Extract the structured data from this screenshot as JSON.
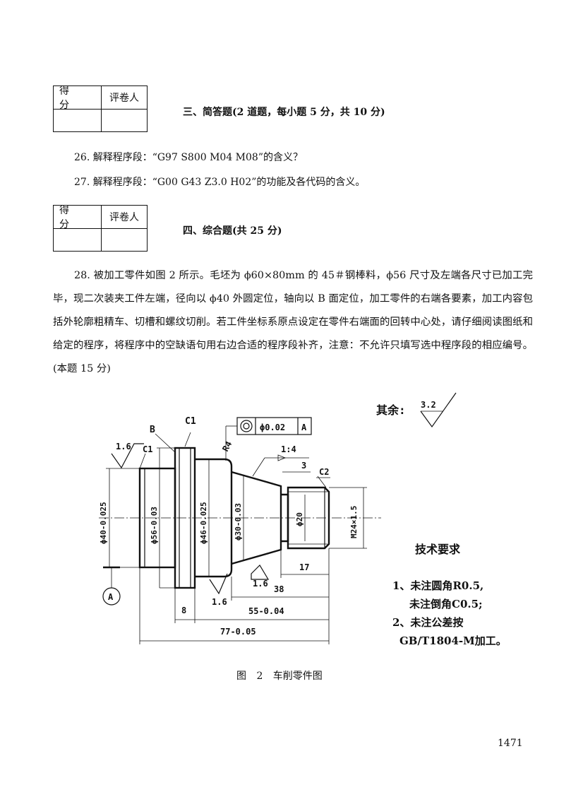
{
  "score_box": {
    "score_label": "得 分",
    "grader_label": "评卷人"
  },
  "section3": {
    "title": "三、简答题(2 道题，每小题 5 分，共 10 分)",
    "q26": "26. 解释程序段：“G97 S800 M04 M08”的含义？",
    "q27": "27. 解释程序段：“G00 G43 Z3.0 H02”的功能及各代码的含义。"
  },
  "section4": {
    "title": "四、综合题(共 25 分)",
    "q28": "28. 被加工零件如图 2 所示。毛坯为 ϕ60×80mm 的 45＃钢棒料，ϕ56 尺寸及左端各尺寸已加工完毕，现二次装夹工件左端，径向以 ϕ40 外圆定位，轴向以 B 面定位，加工零件的右端各要素，加工内容包括外轮廓粗精车、切槽和螺纹切削。若工件坐标系原点设定在零件右端面的回转中心处，请仔细阅读图纸和给定的程序，将程序中的空缺语句用右边合适的程序段补齐，注意：不允许只填写选中程序段的相应编号。(本题 15 分)"
  },
  "drawing": {
    "rest_label": "其余:",
    "rest_roughness": "3.2",
    "b_label": "B",
    "c1_top": "C1",
    "c1_left": "C1",
    "r4": "R4",
    "tol_value": "ϕ0.02",
    "tol_datum": "A",
    "taper": "1:4",
    "dim_3": "3",
    "c2": "C2",
    "rough_left": "1.6",
    "rough_mid": "1.6",
    "rough_bottom": "1.6",
    "d40": "ϕ40-0.025",
    "d56": "ϕ56-0.03",
    "d46": "ϕ46-0.025",
    "d30": "ϕ30-0.03",
    "d20": "ϕ20",
    "m24": "M24×1.5",
    "dim_17": "17",
    "dim_38": "38",
    "dim_8": "8",
    "dim_55": "55-0.04",
    "dim_77": "77-0.05",
    "datum_a": "A"
  },
  "tech": {
    "title": "技术要求",
    "r1a": "1、未注圆角R0.5,",
    "r1b": "未注倒角C0.5;",
    "r2a": "2、未注公差按",
    "r2b": "GB/T1804-M加工。"
  },
  "caption": "图 2  车削零件图",
  "page_number": "1471"
}
